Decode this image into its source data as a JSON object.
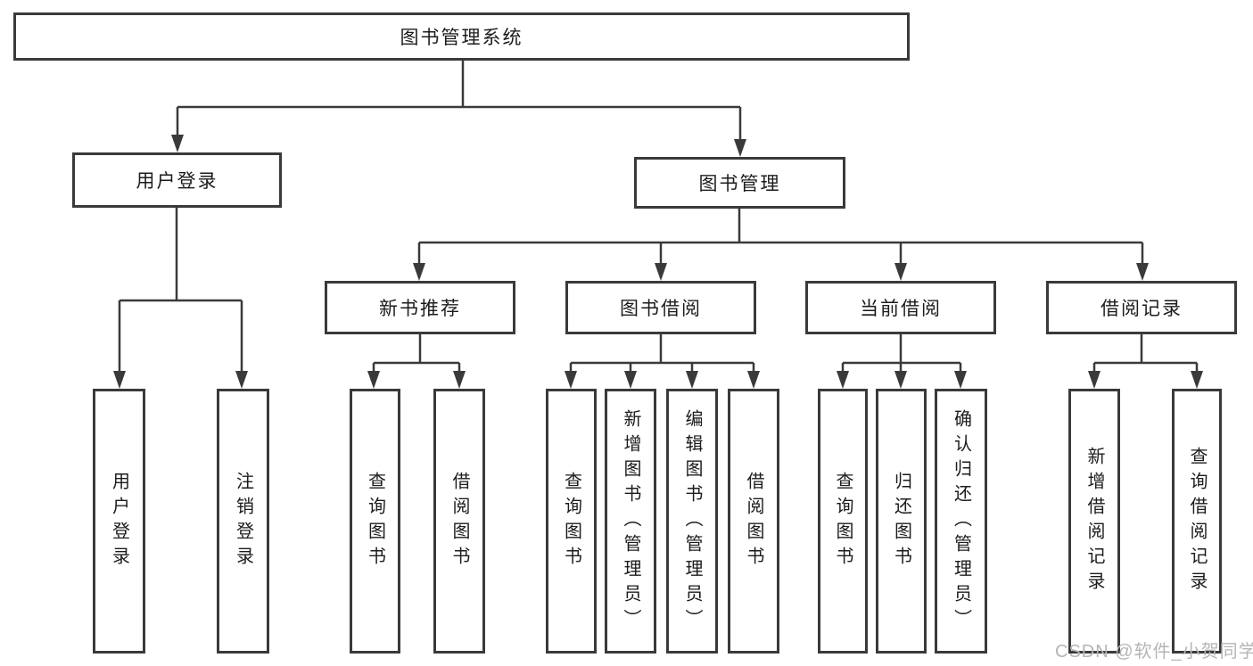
{
  "diagram": {
    "type": "hierarchy-tree",
    "orientation": "top-down",
    "colors": {
      "background": "#ffffff",
      "line": "#3a3a3a",
      "box_border": "#3a3a3a",
      "text": "#1c1c1c",
      "watermark": "#b5b5b5"
    }
  },
  "tree": {
    "label": "图书管理系统",
    "children": [
      {
        "label": "用户登录",
        "children": [
          {
            "label": "用户登录"
          },
          {
            "label": "注销登录"
          }
        ]
      },
      {
        "label": "图书管理",
        "children": [
          {
            "label": "新书推荐",
            "children": [
              {
                "label": "查询图书"
              },
              {
                "label": "借阅图书"
              }
            ]
          },
          {
            "label": "图书借阅",
            "children": [
              {
                "label": "查询图书"
              },
              {
                "label": "新增图书（管理员）"
              },
              {
                "label": "编辑图书（管理员）"
              },
              {
                "label": "借阅图书"
              }
            ]
          },
          {
            "label": "当前借阅",
            "children": [
              {
                "label": "查询图书"
              },
              {
                "label": "归还图书"
              },
              {
                "label": "确认归还（管理员）"
              }
            ]
          },
          {
            "label": "借阅记录",
            "children": [
              {
                "label": "新增借阅记录"
              },
              {
                "label": "查询借阅记录"
              }
            ]
          }
        ]
      }
    ]
  },
  "watermark": {
    "text": "CSDN @软件_小贺同学"
  }
}
